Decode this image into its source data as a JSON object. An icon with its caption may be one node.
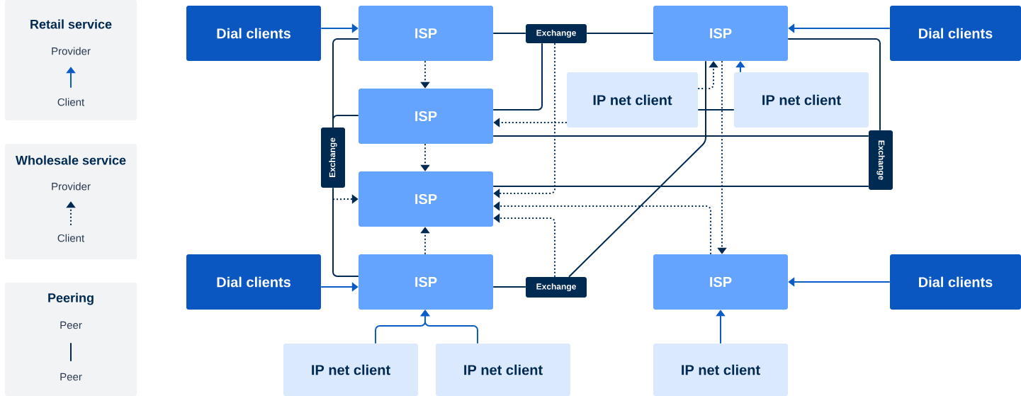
{
  "diagram": {
    "nodes": [
      {
        "text": [
          "Retail service"
        ]
      },
      {
        "text": [
          "Provider"
        ],
        "in": 0
      },
      {
        "text": [
          "Client"
        ],
        "in": 0
      },
      {
        "text": [
          "Wholesale service"
        ]
      },
      {
        "text": [
          "Provider"
        ],
        "in": 3
      },
      {
        "text": [
          "Client"
        ],
        "in": 3
      },
      {
        "text": [
          "Peering"
        ]
      },
      {
        "text": [
          "Peer"
        ],
        "in": 6
      },
      {
        "text": [
          "Peer"
        ],
        "in": 6
      },
      {
        "text": [
          "Dial clients"
        ]
      },
      {
        "text": [
          "ISP"
        ]
      },
      {
        "text": [
          "Exchange"
        ]
      },
      {
        "text": [
          "ISP"
        ]
      },
      {
        "text": [
          "Dial clients"
        ]
      },
      {
        "text": [
          "IP net client"
        ]
      },
      {
        "text": [
          "IP net client"
        ]
      },
      {
        "text": [
          "Exchange"
        ]
      },
      {
        "text": [
          "ISP"
        ]
      },
      {
        "text": [
          "Exchange"
        ]
      },
      {
        "text": [
          "ISP"
        ]
      },
      {
        "text": [
          "Dial clients"
        ]
      },
      {
        "text": [
          "ISP"
        ]
      },
      {
        "text": [
          "Exchange"
        ]
      },
      {
        "text": [
          "ISP"
        ]
      },
      {
        "text": [
          "Dial clients"
        ]
      },
      {
        "text": [
          "IP net client"
        ]
      },
      {
        "text": [
          "IP net client"
        ]
      },
      {
        "text": [
          "IP net client"
        ]
      }
    ],
    "edges": [
      {
        "from": 2,
        "to": 1,
        "arrow": "to",
        "color": "#0b5cc7"
      },
      {
        "from": 5,
        "to": 4,
        "arrow": "to",
        "style": "dashed"
      },
      {
        "from": 7,
        "to": 8,
        "arrow": "none"
      },
      {
        "from": 9,
        "to": 10,
        "arrow": "to",
        "color": "#0b5cc7"
      },
      {
        "from": 13,
        "to": 12,
        "arrow": "to",
        "color": "#0b5cc7"
      },
      {
        "from": 20,
        "to": 21,
        "arrow": "to",
        "color": "#0b5cc7"
      },
      {
        "from": 24,
        "to": 23,
        "arrow": "to",
        "color": "#0b5cc7"
      },
      {
        "from": 25,
        "to": 21,
        "arrow": "to",
        "color": "#0b5cc7"
      },
      {
        "from": 26,
        "to": 21,
        "arrow": "to",
        "color": "#0b5cc7"
      },
      {
        "from": 27,
        "to": 23,
        "arrow": "to",
        "color": "#0b5cc7"
      },
      {
        "from": 15,
        "to": 12,
        "arrow": "to",
        "color": "#0b5cc7"
      },
      {
        "from": 10,
        "to": 11,
        "arrow": "none"
      },
      {
        "from": 11,
        "to": 12,
        "arrow": "none"
      },
      {
        "from": 11,
        "to": 17,
        "arrow": "none"
      },
      {
        "from": 10,
        "to": 16,
        "arrow": "none"
      },
      {
        "from": 17,
        "to": 16,
        "arrow": "none"
      },
      {
        "from": 16,
        "to": 21,
        "arrow": "none"
      },
      {
        "from": 21,
        "to": 22,
        "arrow": "none"
      },
      {
        "from": 22,
        "to": 12,
        "arrow": "none"
      },
      {
        "from": 12,
        "to": 18,
        "arrow": "none"
      },
      {
        "from": 17,
        "to": 18,
        "arrow": "none"
      },
      {
        "from": 19,
        "to": 18,
        "arrow": "none"
      },
      {
        "from": 14,
        "to": 15,
        "arrow": "none"
      },
      {
        "from": 10,
        "to": 17,
        "arrow": "to",
        "style": "dashed"
      },
      {
        "from": 17,
        "to": 19,
        "arrow": "to",
        "style": "dashed"
      },
      {
        "from": 21,
        "to": 19,
        "arrow": "to",
        "style": "dashed"
      },
      {
        "from": 16,
        "to": 19,
        "arrow": "to",
        "style": "dashed"
      },
      {
        "from": 14,
        "to": 17,
        "arrow": "to",
        "style": "dashed"
      },
      {
        "from": 11,
        "to": 19,
        "arrow": "to",
        "style": "dashed"
      },
      {
        "from": 23,
        "to": 19,
        "arrow": "to",
        "style": "dashed"
      },
      {
        "from": 22,
        "to": 19,
        "arrow": "to",
        "style": "dashed"
      },
      {
        "from": 14,
        "to": 12,
        "arrow": "to",
        "style": "dashed"
      },
      {
        "from": 12,
        "to": 23,
        "arrow": "to",
        "style": "dashed"
      }
    ]
  }
}
